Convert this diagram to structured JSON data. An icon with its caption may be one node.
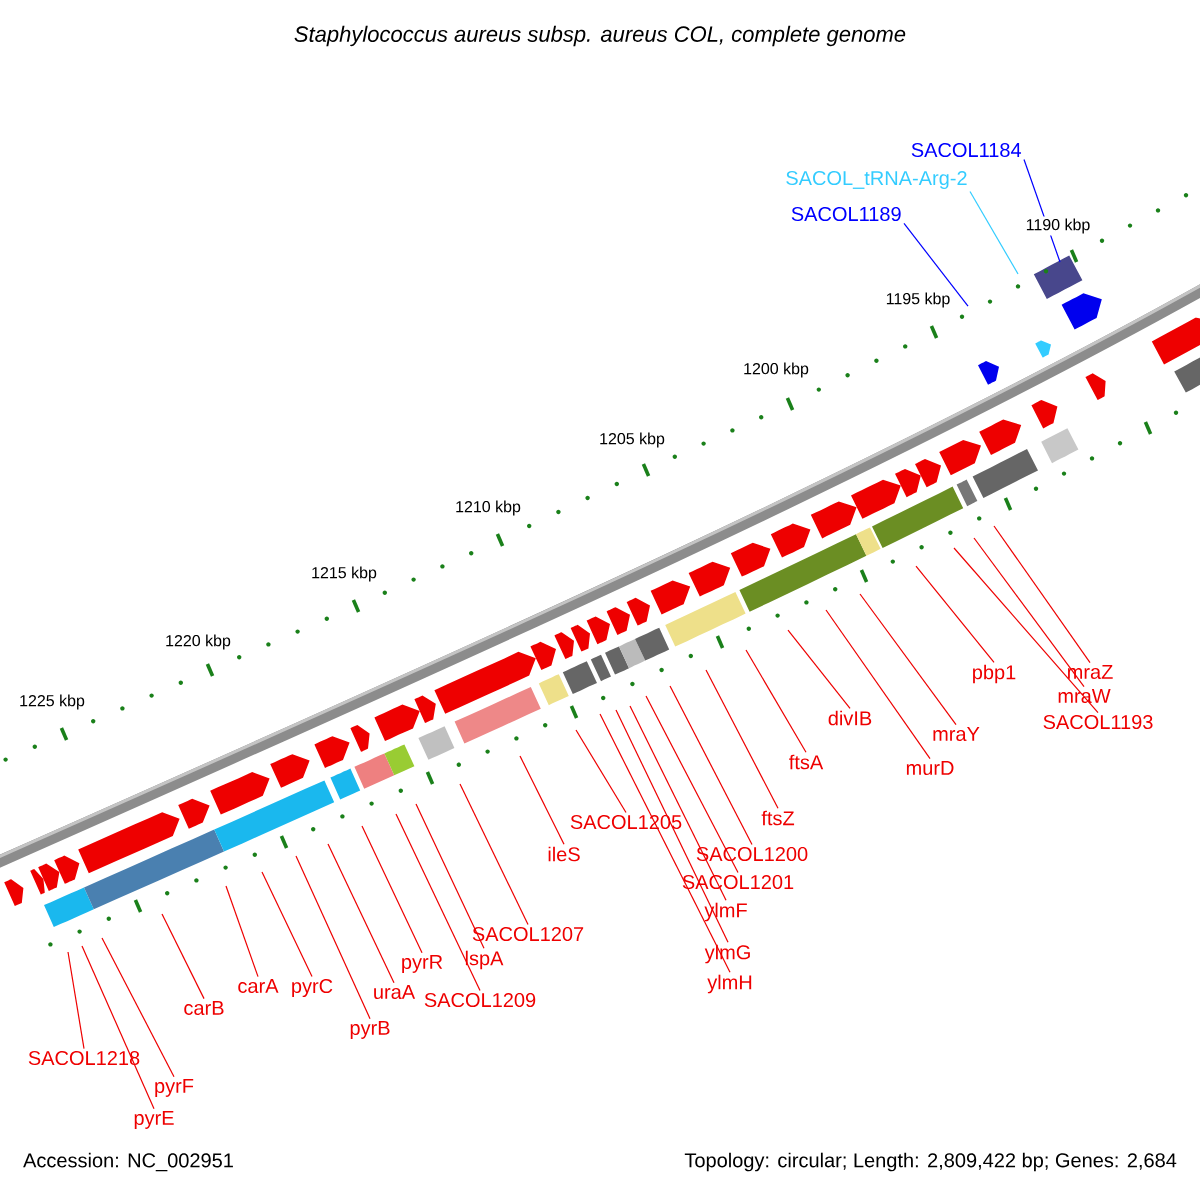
{
  "diagram": {
    "title": "Staphylococcus aureus subsp. aureus COL, complete genome",
    "nodes": [
      {
        "text": [
          "SACOL1184"
        ]
      },
      {
        "text": [
          "SACOL_tRNA-Arg-2"
        ]
      },
      {
        "text": [
          "SACOL1189"
        ]
      },
      {
        "text": [
          "mraZ"
        ]
      },
      {
        "text": [
          "pbp1"
        ]
      },
      {
        "text": [
          "mraW"
        ]
      },
      {
        "text": [
          "divIB"
        ]
      },
      {
        "text": [
          "SACOL1193"
        ]
      },
      {
        "text": [
          "mraY"
        ]
      },
      {
        "text": [
          "ftsA"
        ]
      },
      {
        "text": [
          "murD"
        ]
      },
      {
        "text": [
          "ftsZ"
        ]
      },
      {
        "text": [
          "SACOL1205"
        ]
      },
      {
        "text": [
          "ileS"
        ]
      },
      {
        "text": [
          "SACOL1200"
        ]
      },
      {
        "text": [
          "SACOL1201"
        ]
      },
      {
        "text": [
          "ylmF"
        ]
      },
      {
        "text": [
          "SACOL1207"
        ]
      },
      {
        "text": [
          "ylmG"
        ]
      },
      {
        "text": [
          "lspA"
        ]
      },
      {
        "text": [
          "pyrR"
        ]
      },
      {
        "text": [
          "ylmH"
        ]
      },
      {
        "text": [
          "carA"
        ]
      },
      {
        "text": [
          "pyrC"
        ]
      },
      {
        "text": [
          "uraA"
        ]
      },
      {
        "text": [
          "SACOL1209"
        ]
      },
      {
        "text": [
          "carB"
        ]
      },
      {
        "text": [
          "pyrB"
        ]
      },
      {
        "text": [
          "SACOL1218"
        ]
      },
      {
        "text": [
          "pyrF"
        ]
      },
      {
        "text": [
          "pyrE"
        ]
      }
    ],
    "edges": [
      {
        "from": 0,
        "to": null,
        "arrow": "none",
        "color": "#0000ff"
      },
      {
        "from": 1,
        "to": null,
        "arrow": "none",
        "color": "#33ccff"
      },
      {
        "from": 2,
        "to": null,
        "arrow": "none",
        "color": "#0000ff"
      },
      {
        "from": 3,
        "to": null,
        "arrow": "none"
      },
      {
        "from": 4,
        "to": null,
        "arrow": "none"
      },
      {
        "from": 5,
        "to": null,
        "arrow": "none"
      },
      {
        "from": 6,
        "to": null,
        "arrow": "none"
      },
      {
        "from": 7,
        "to": null,
        "arrow": "none"
      },
      {
        "from": 8,
        "to": null,
        "arrow": "none"
      },
      {
        "from": 9,
        "to": null,
        "arrow": "none"
      },
      {
        "from": 10,
        "to": null,
        "arrow": "none"
      },
      {
        "from": 11,
        "to": null,
        "arrow": "none"
      },
      {
        "from": 12,
        "to": null,
        "arrow": "none"
      },
      {
        "from": 13,
        "to": null,
        "arrow": "none"
      },
      {
        "from": 14,
        "to": null,
        "arrow": "none"
      },
      {
        "from": 15,
        "to": null,
        "arrow": "none"
      },
      {
        "from": 16,
        "to": null,
        "arrow": "none"
      },
      {
        "from": 17,
        "to": null,
        "arrow": "none"
      },
      {
        "from": 18,
        "to": null,
        "arrow": "none"
      },
      {
        "from": 19,
        "to": null,
        "arrow": "none"
      },
      {
        "from": 20,
        "to": null,
        "arrow": "none"
      },
      {
        "from": 21,
        "to": null,
        "arrow": "none"
      },
      {
        "from": 22,
        "to": null,
        "arrow": "none"
      },
      {
        "from": 23,
        "to": null,
        "arrow": "none"
      },
      {
        "from": 24,
        "to": null,
        "arrow": "none"
      },
      {
        "from": 25,
        "to": null,
        "arrow": "none"
      },
      {
        "from": 26,
        "to": null,
        "arrow": "none"
      },
      {
        "from": 27,
        "to": null,
        "arrow": "none"
      },
      {
        "from": 28,
        "to": null,
        "arrow": "none"
      },
      {
        "from": 29,
        "to": null,
        "arrow": "none"
      },
      {
        "from": 30,
        "to": null,
        "arrow": "none"
      }
    ],
    "labels": [
      "1190 kbp",
      "1195 kbp",
      "1200 kbp",
      "1205 kbp",
      "1210 kbp",
      "1215 kbp",
      "1220 kbp",
      "1225 kbp",
      "Accession: NC_002951",
      "Topology: circular; Length: 2,809,422 bp; Genes: 2,684"
    ]
  }
}
